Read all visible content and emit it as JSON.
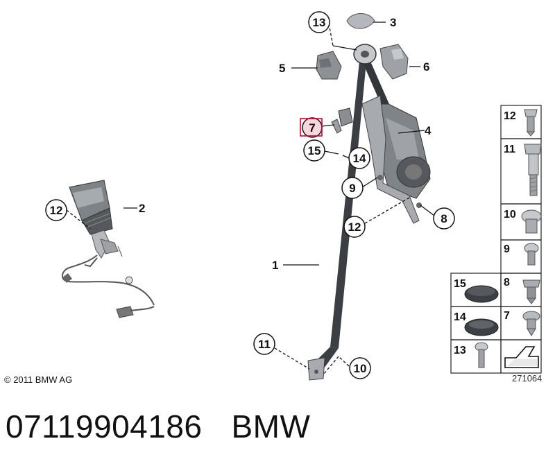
{
  "callouts": {
    "c1": "1",
    "c2": "2",
    "c3": "3",
    "c4": "4",
    "c5": "5",
    "c6": "6",
    "c7": "7",
    "c8": "8",
    "c9": "9",
    "c10": "10",
    "c11": "11",
    "c12a": "12",
    "c12b": "12",
    "c13": "13",
    "c14": "14",
    "c15": "15"
  },
  "legend": {
    "c12": "12",
    "c11": "11",
    "c10": "10",
    "c9": "9",
    "c8": "8",
    "c7": "7",
    "c15": "15",
    "c14": "14",
    "c13": "13"
  },
  "copyright": "© 2011 BMW AG",
  "diagram_id": "271064",
  "part_number": "07119904186",
  "brand": "BMW",
  "colors": {
    "highlight": "#d6002a",
    "highlight_fill": "#f6d7dc",
    "part_gray": "#8c9095",
    "belt": "#33373b"
  }
}
